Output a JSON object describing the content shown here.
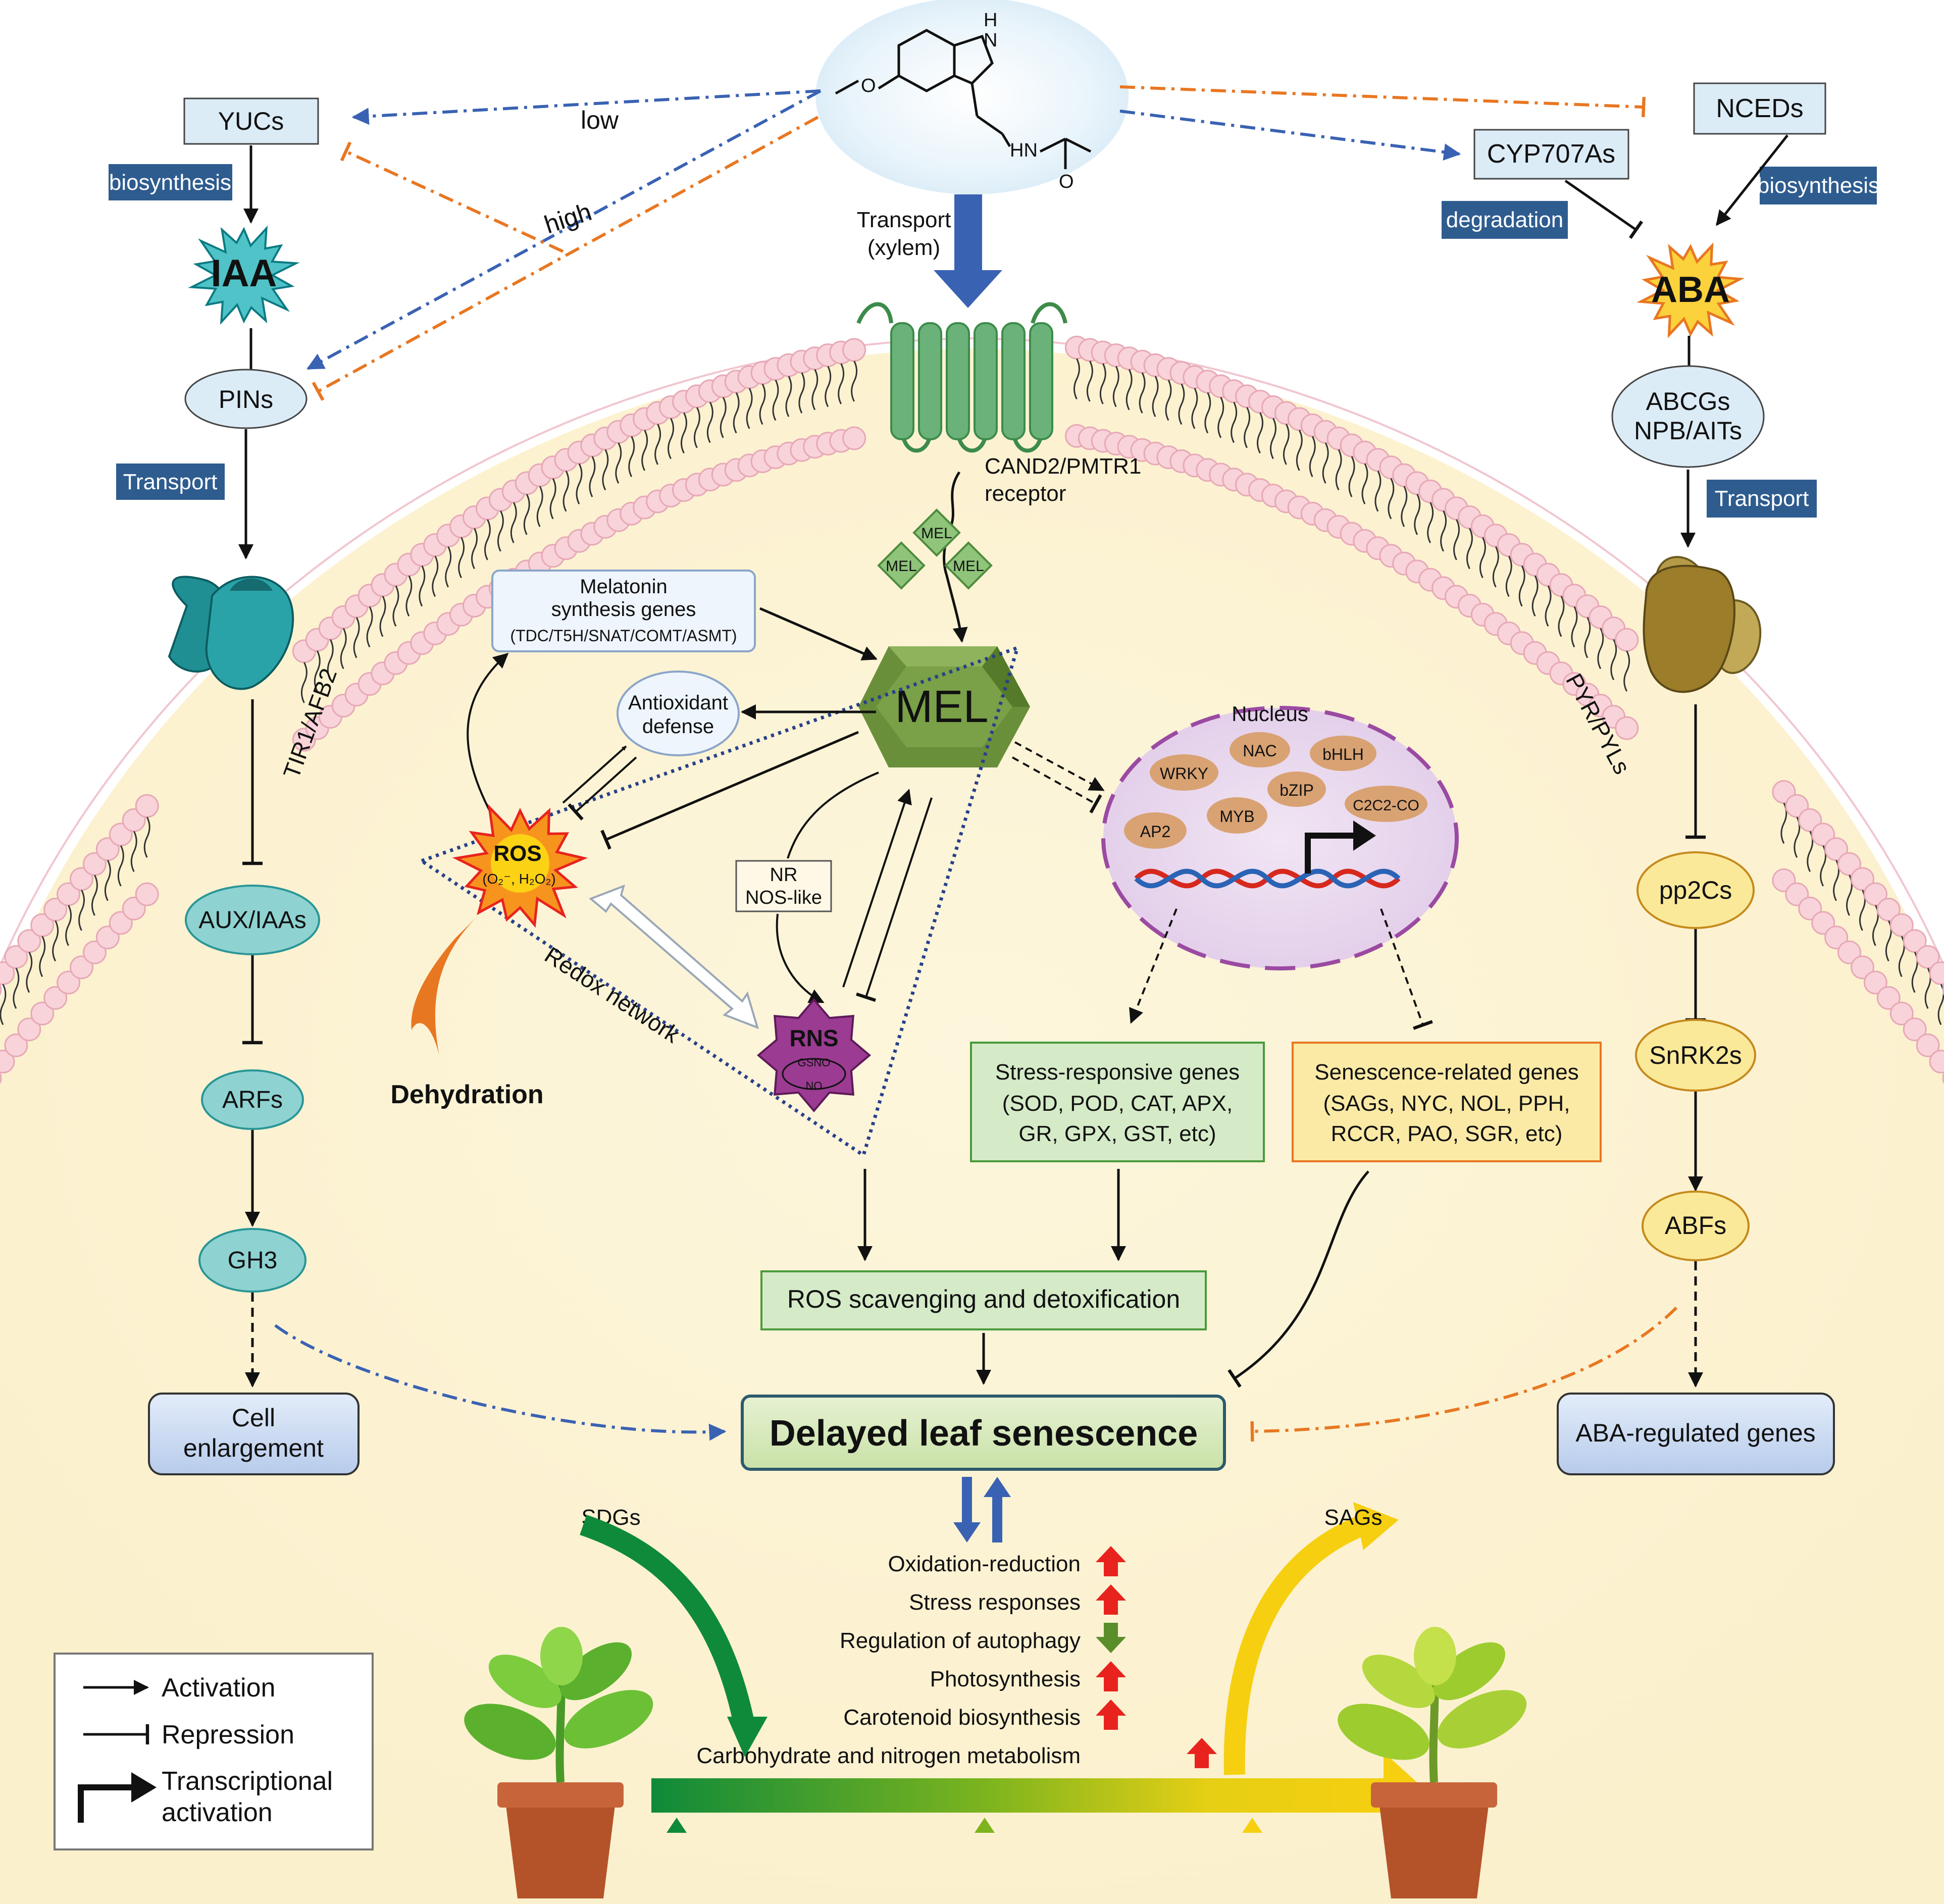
{
  "melatonin_structure": {
    "atom_nh": "H\nN",
    "atom_o": "O",
    "atom_hn": "HN",
    "atom_o2": "O"
  },
  "transport_xylem": {
    "line1": "Transport",
    "line2": "(xylem)"
  },
  "receptor": {
    "line1": "CAND2/PMTR1",
    "line2": "receptor"
  },
  "mel_small": [
    "MEL",
    "MEL",
    "MEL"
  ],
  "mel_core": "MEL",
  "auxin": {
    "yucs": "YUCs",
    "biosynthesis_tag": "biosynthesis",
    "iaa": "IAA",
    "pins": "PINs",
    "transport_tag": "Transport",
    "receptor": "TIR1/AFB2",
    "aux_iaas": "AUX/IAAs",
    "arfs": "ARFs",
    "gh3": "GH3",
    "cell_enlargement": [
      "Cell",
      "enlargement"
    ],
    "low_label": "low",
    "high_label": "high"
  },
  "aba": {
    "nceds": "NCEDs",
    "cyp": "CYP707As",
    "degradation_tag": "degradation",
    "biosynthesis_tag": "biosynthesis",
    "aba": "ABA",
    "transporters": [
      "ABCGs",
      "NPB/AITs"
    ],
    "transport_tag": "Transport",
    "receptor": "PYR/PYLs",
    "pp2cs": "pp2Cs",
    "snrk2s": "SnRK2s",
    "abfs": "ABFs",
    "regulated_genes": "ABA-regulated genes"
  },
  "redox": {
    "synthesis_genes": [
      "Melatonin",
      "synthesis genes",
      "(TDC/T5H/SNAT/COMT/ASMT)"
    ],
    "antioxidant": [
      "Antioxidant",
      "defense"
    ],
    "ros": "ROS",
    "ros_species": "(O₂⁻, H₂O₂)",
    "nr": [
      "NR",
      "NOS-like"
    ],
    "rns": "RNS",
    "gsno": "GSNO",
    "no": "NO",
    "network_label": "Redox network",
    "dehydration": "Dehydration"
  },
  "nucleus": {
    "title": "Nucleus",
    "tfs": [
      "NAC",
      "bHLH",
      "WRKY",
      "bZIP",
      "C2C2-CO",
      "AP2",
      "MYB"
    ]
  },
  "stress_genes": [
    "Stress-responsive genes",
    "(SOD, POD, CAT, APX,",
    "GR, GPX, GST, etc)"
  ],
  "senescence_genes": [
    "Senescence-related genes",
    "(SAGs, NYC, NOL, PPH,",
    "RCCR, PAO, SGR, etc)"
  ],
  "ros_scavenging": "ROS scavenging and detoxification",
  "delayed": "Delayed leaf senescence",
  "processes": [
    {
      "label": "Oxidation-reduction",
      "trend": "up"
    },
    {
      "label": "Stress responses",
      "trend": "up"
    },
    {
      "label": "Regulation of autophagy",
      "trend": "down"
    },
    {
      "label": "Photosynthesis",
      "trend": "up"
    },
    {
      "label": "Carotenoid biosynthesis",
      "trend": "up"
    },
    {
      "label": "Carbohydrate and nitrogen metabolism",
      "trend": "up"
    }
  ],
  "sdgs": "SDGs",
  "sags": "SAGs",
  "legend": {
    "activation": "Activation",
    "repression": "Repression",
    "transcriptional": [
      "Transcriptional",
      "activation"
    ]
  },
  "colors": {
    "up": "#e8231e",
    "down": "#5a8e2b",
    "blue": "#3a62b3",
    "orange": "#e87722",
    "tag": "#2e5c8f"
  }
}
